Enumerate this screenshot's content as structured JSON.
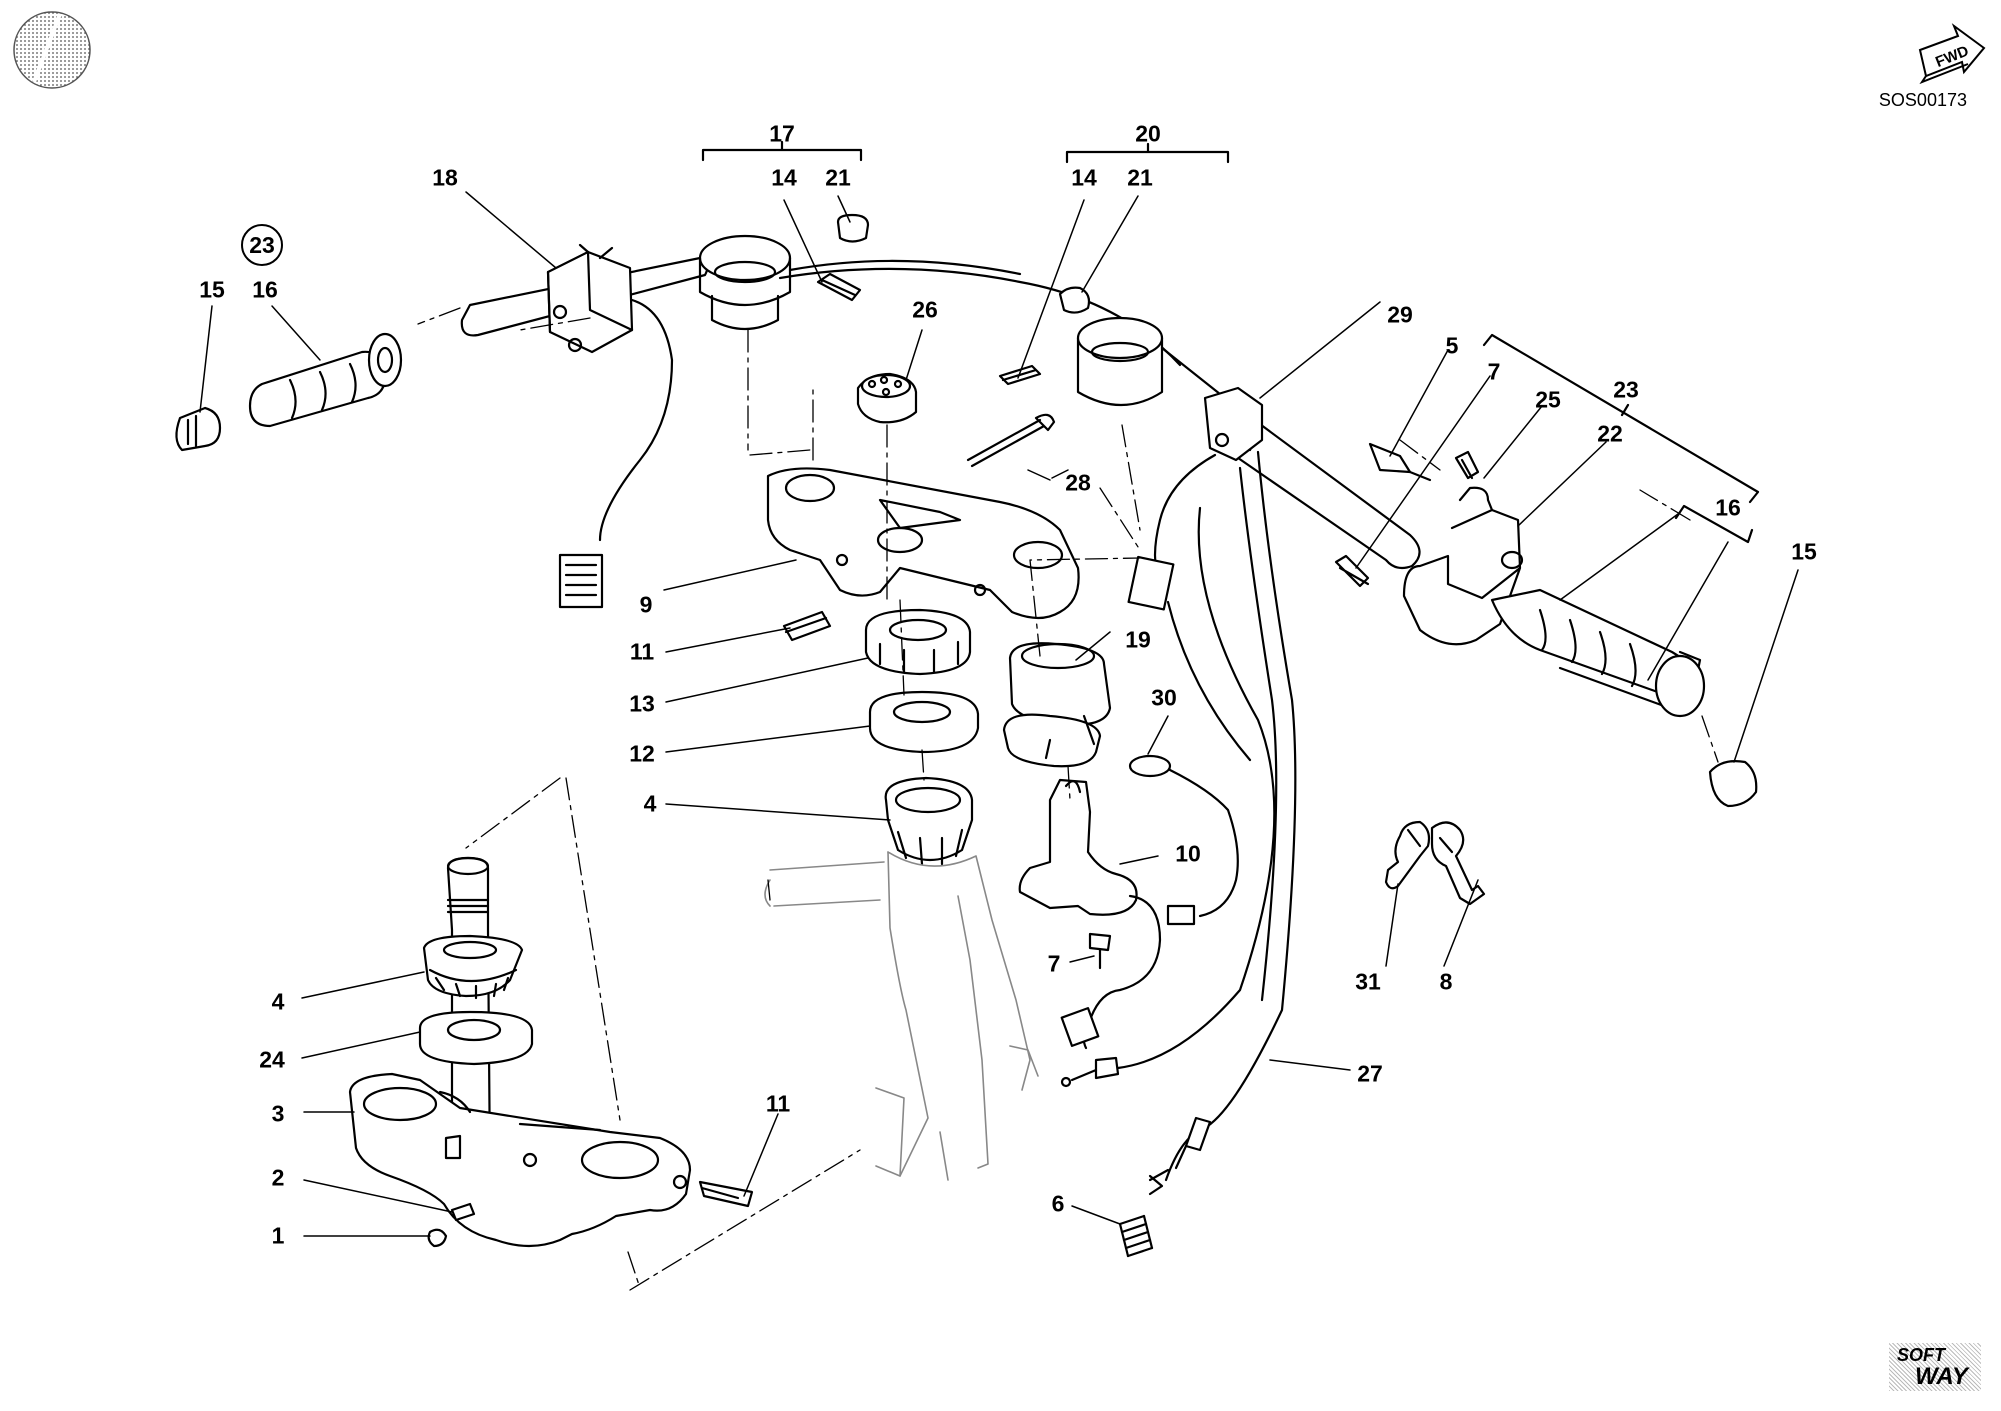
{
  "diagram": {
    "reference_code": "SOS00173",
    "fwd_label": "FWD",
    "brand_logo_text": [
      "SOFT",
      "WAY"
    ],
    "callouts": [
      {
        "id": "c17",
        "label": "17"
      },
      {
        "id": "c20",
        "label": "20"
      },
      {
        "id": "c18",
        "label": "18"
      },
      {
        "id": "c14a",
        "label": "14"
      },
      {
        "id": "c21a",
        "label": "21"
      },
      {
        "id": "c14b",
        "label": "14"
      },
      {
        "id": "c21b",
        "label": "21"
      },
      {
        "id": "c23circ",
        "label": "23"
      },
      {
        "id": "c15a",
        "label": "15"
      },
      {
        "id": "c16a",
        "label": "16"
      },
      {
        "id": "c26",
        "label": "26"
      },
      {
        "id": "c29",
        "label": "29"
      },
      {
        "id": "c5",
        "label": "5"
      },
      {
        "id": "c7a",
        "label": "7"
      },
      {
        "id": "c23",
        "label": "23"
      },
      {
        "id": "c25",
        "label": "25"
      },
      {
        "id": "c22",
        "label": "22"
      },
      {
        "id": "c16b",
        "label": "16"
      },
      {
        "id": "c15b",
        "label": "15"
      },
      {
        "id": "c28",
        "label": "28"
      },
      {
        "id": "c9",
        "label": "9"
      },
      {
        "id": "c11a",
        "label": "11"
      },
      {
        "id": "c19",
        "label": "19"
      },
      {
        "id": "c13",
        "label": "13"
      },
      {
        "id": "c30",
        "label": "30"
      },
      {
        "id": "c12",
        "label": "12"
      },
      {
        "id": "c4a",
        "label": "4"
      },
      {
        "id": "c10",
        "label": "10"
      },
      {
        "id": "c7b",
        "label": "7"
      },
      {
        "id": "c31",
        "label": "31"
      },
      {
        "id": "c8",
        "label": "8"
      },
      {
        "id": "c4b",
        "label": "4"
      },
      {
        "id": "c24",
        "label": "24"
      },
      {
        "id": "c27",
        "label": "27"
      },
      {
        "id": "c3",
        "label": "3"
      },
      {
        "id": "c11b",
        "label": "11"
      },
      {
        "id": "c2",
        "label": "2"
      },
      {
        "id": "c6",
        "label": "6"
      },
      {
        "id": "c1",
        "label": "1"
      }
    ]
  }
}
